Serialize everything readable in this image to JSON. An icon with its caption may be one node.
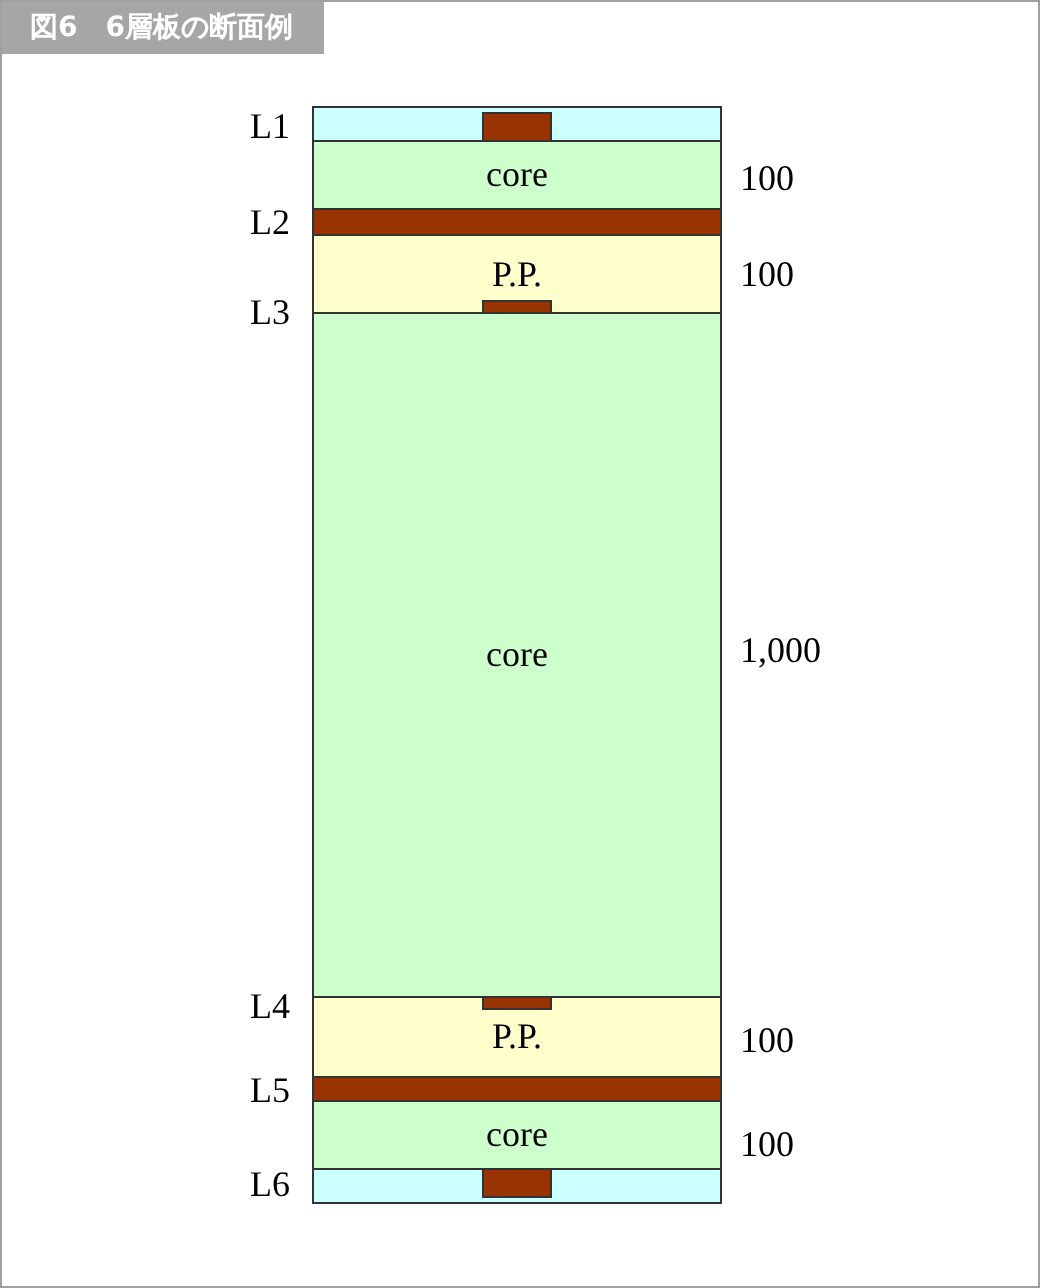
{
  "diagram": {
    "title": "図6　6層板の断面例",
    "nodes": [
      {
        "text": [
          "core"
        ],
        "beside": [
          "100"
        ]
      },
      {
        "text": [
          "P.P."
        ],
        "beside": [
          "100"
        ]
      },
      {
        "text": [
          "core"
        ],
        "beside": [
          "1,000"
        ]
      },
      {
        "text": [
          "P.P."
        ],
        "beside": [
          "100"
        ]
      },
      {
        "text": [
          "core"
        ],
        "beside": [
          "100"
        ]
      }
    ],
    "labels": [
      "L1",
      "L2",
      "L3",
      "L4",
      "L5",
      "L6"
    ]
  }
}
